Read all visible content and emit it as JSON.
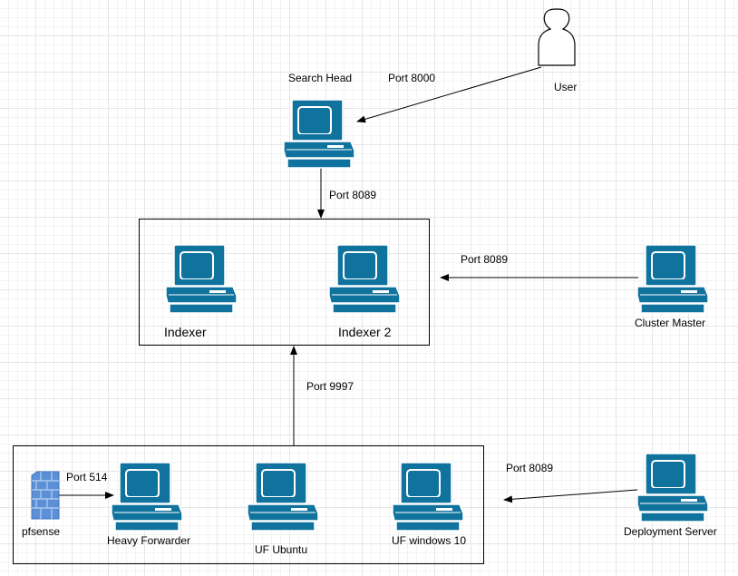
{
  "nodes": {
    "user": "User",
    "search_head": "Search Head",
    "indexer": "Indexer",
    "indexer2": "Indexer 2",
    "cluster_master": "Cluster Master",
    "pfsense": "pfsense",
    "heavy_forwarder": "Heavy Forwarder",
    "uf_ubuntu": "UF Ubuntu",
    "uf_windows": "UF windows 10",
    "deployment_server": "Deployment Server"
  },
  "edges": {
    "user_to_search_head": "Port 8000",
    "search_head_to_indexers": "Port 8089",
    "cluster_master_to_indexers": "Port 8089",
    "forwarders_to_indexers": "Port 9997",
    "pfsense_to_heavy_forwarder": "Port 514",
    "deployment_server_to_forwarders": "Port 8089"
  },
  "colors": {
    "computer_fill": "#10739e",
    "computer_stroke": "#ffffff",
    "firewall_fill": "#5b8fd6"
  },
  "icons": {
    "user": "user-icon",
    "computer": "computer-icon",
    "firewall": "firewall-icon"
  }
}
